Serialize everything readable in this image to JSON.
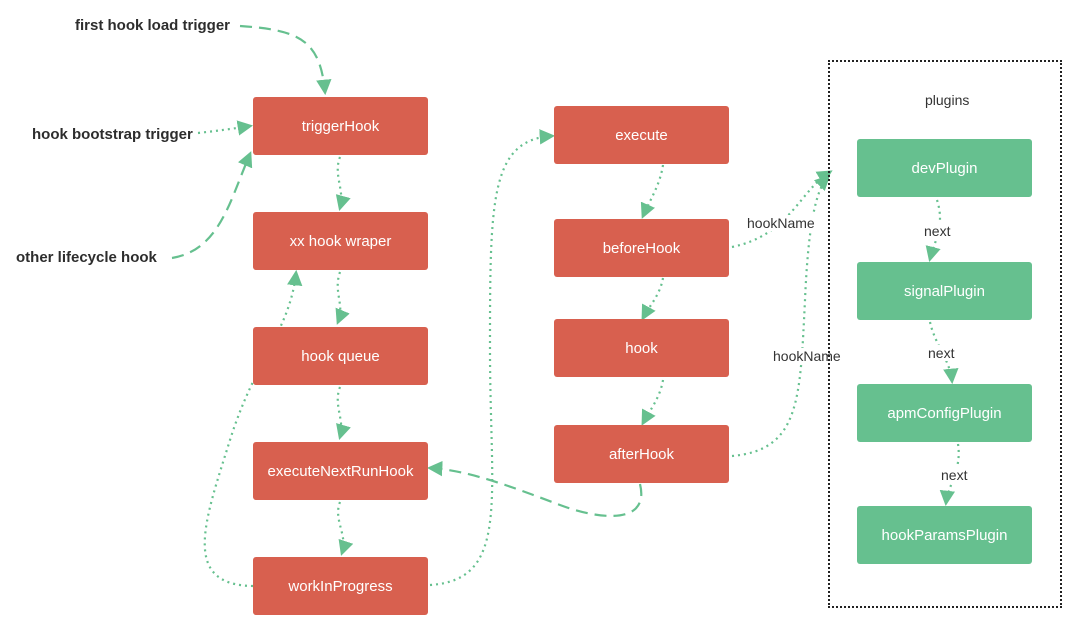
{
  "triggers": {
    "first_load": "first hook load trigger",
    "bootstrap": "hook bootstrap trigger",
    "other_lifecycle": "other lifecycle hook"
  },
  "pipeline": {
    "trigger_hook": "triggerHook",
    "wrapper": "xx hook wraper",
    "queue": "hook queue",
    "execute_next": "executeNextRunHook",
    "work_in_progress": "workInProgress"
  },
  "execution": {
    "execute": "execute",
    "before_hook": "beforeHook",
    "hook": "hook",
    "after_hook": "afterHook"
  },
  "plugins": {
    "title": "plugins",
    "items": [
      "devPlugin",
      "signalPlugin",
      "apmConfigPlugin",
      "hookParamsPlugin"
    ],
    "next_label": "next"
  },
  "edges": {
    "hook_name_top": "hookName",
    "hook_name_bottom": "hookName"
  },
  "colors": {
    "node_red": "#d8604f",
    "node_green": "#66c08f",
    "arrow": "#66c08f"
  }
}
